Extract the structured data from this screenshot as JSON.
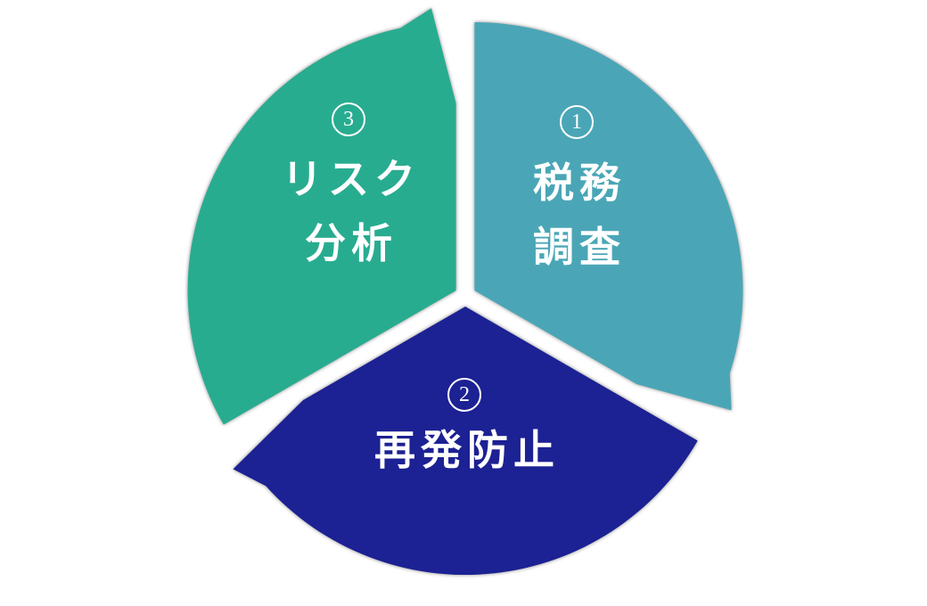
{
  "diagram": {
    "type": "three-part-cycle",
    "background_color": "#ffffff",
    "separator_color": "#ffffff",
    "text_color": "#ffffff",
    "shadow_color": "#9a9a9a",
    "segments": [
      {
        "number": "1",
        "circled_glyph": "①",
        "label_lines": [
          "税務",
          "調査"
        ],
        "color": "#4AA6B6",
        "position": "top-right"
      },
      {
        "number": "2",
        "circled_glyph": "②",
        "label_lines": [
          "再発防止"
        ],
        "color": "#1C2193",
        "position": "bottom"
      },
      {
        "number": "3",
        "circled_glyph": "③",
        "label_lines": [
          "リスク",
          "分析"
        ],
        "color": "#28AC90",
        "position": "top-left"
      }
    ]
  }
}
